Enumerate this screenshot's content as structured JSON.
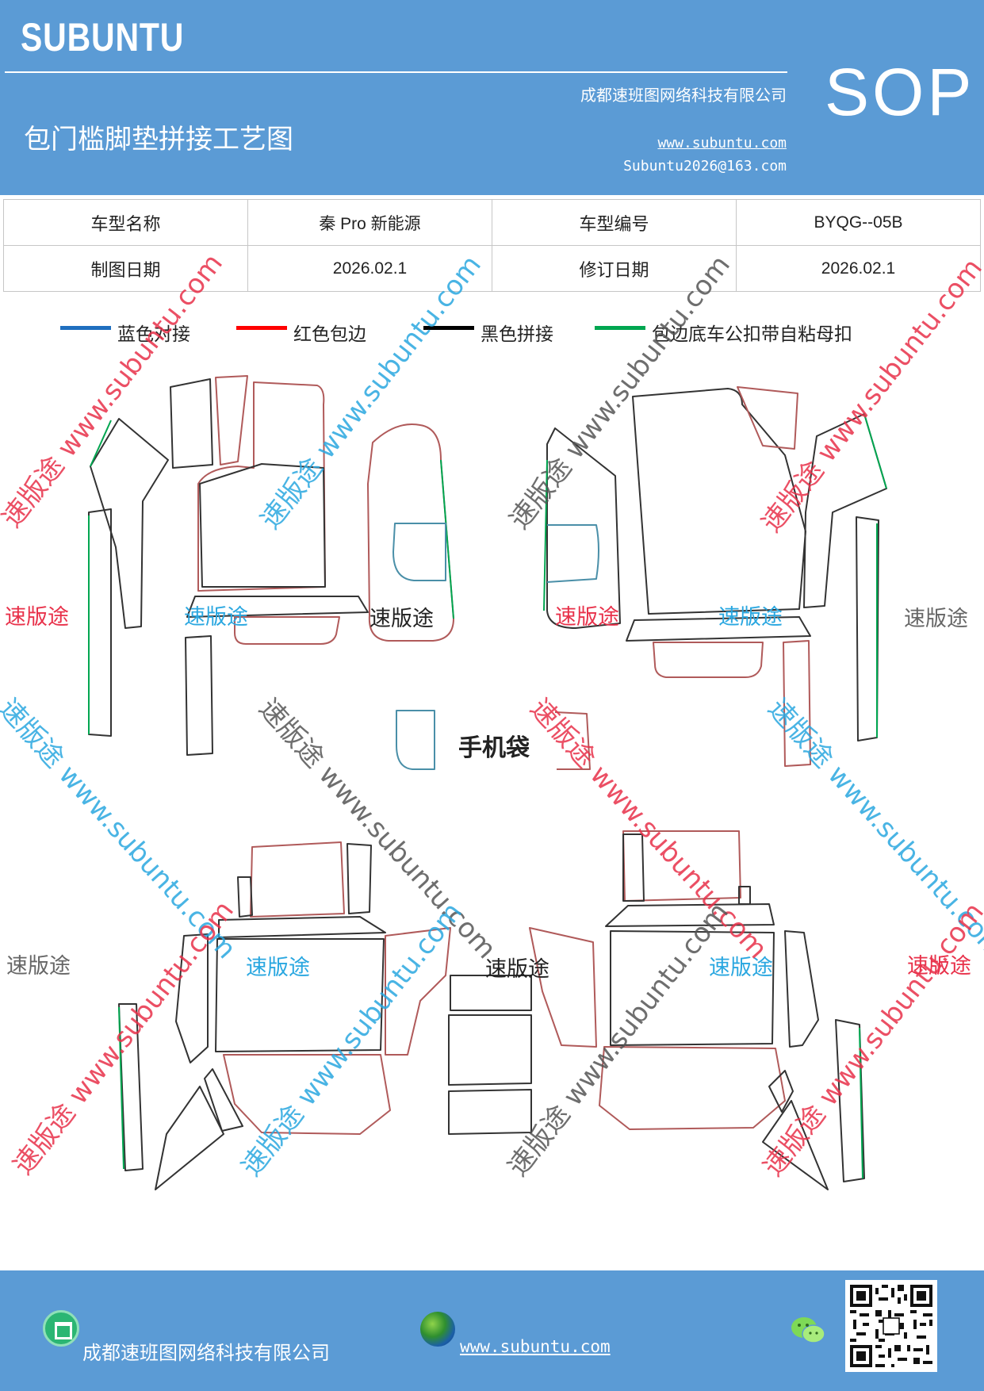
{
  "header": {
    "brand": "SUBUNTU",
    "company": "成都速班图网络科技有限公司",
    "title": "包门槛脚垫拼接工艺图",
    "website": "www.subuntu.com",
    "email": "Subuntu2026@163.com",
    "badge": "SOP"
  },
  "info": {
    "model_name_label": "车型名称",
    "model_name": "秦 Pro 新能源",
    "model_code_label": "车型编号",
    "model_code": "BYQG--05B",
    "draw_date_label": "制图日期",
    "draw_date": "2026.02.1",
    "revise_date_label": "修订日期",
    "revise_date": "2026.02.1"
  },
  "legend": [
    {
      "label": "蓝色对接",
      "color": "#1f6fbf"
    },
    {
      "label": "红色包边",
      "color": "#ff0000"
    },
    {
      "label": "黑色拼接",
      "color": "#000000"
    },
    {
      "label": "包边底车公扣带自粘母扣",
      "color": "#00a650"
    }
  ],
  "diagram": {
    "phone_pocket": "手机袋",
    "mark": "速版途",
    "watermark": "速版途 www.subuntu.com"
  },
  "footer": {
    "company": "成都速班图网络科技有限公司",
    "website": "www.subuntu.com"
  },
  "colors": {
    "brand_blue": "#5b9bd5",
    "outline_red": "#b05a5a",
    "outline_black": "#333333",
    "outline_green": "#00a650",
    "outline_teal": "#4a8fa8"
  }
}
